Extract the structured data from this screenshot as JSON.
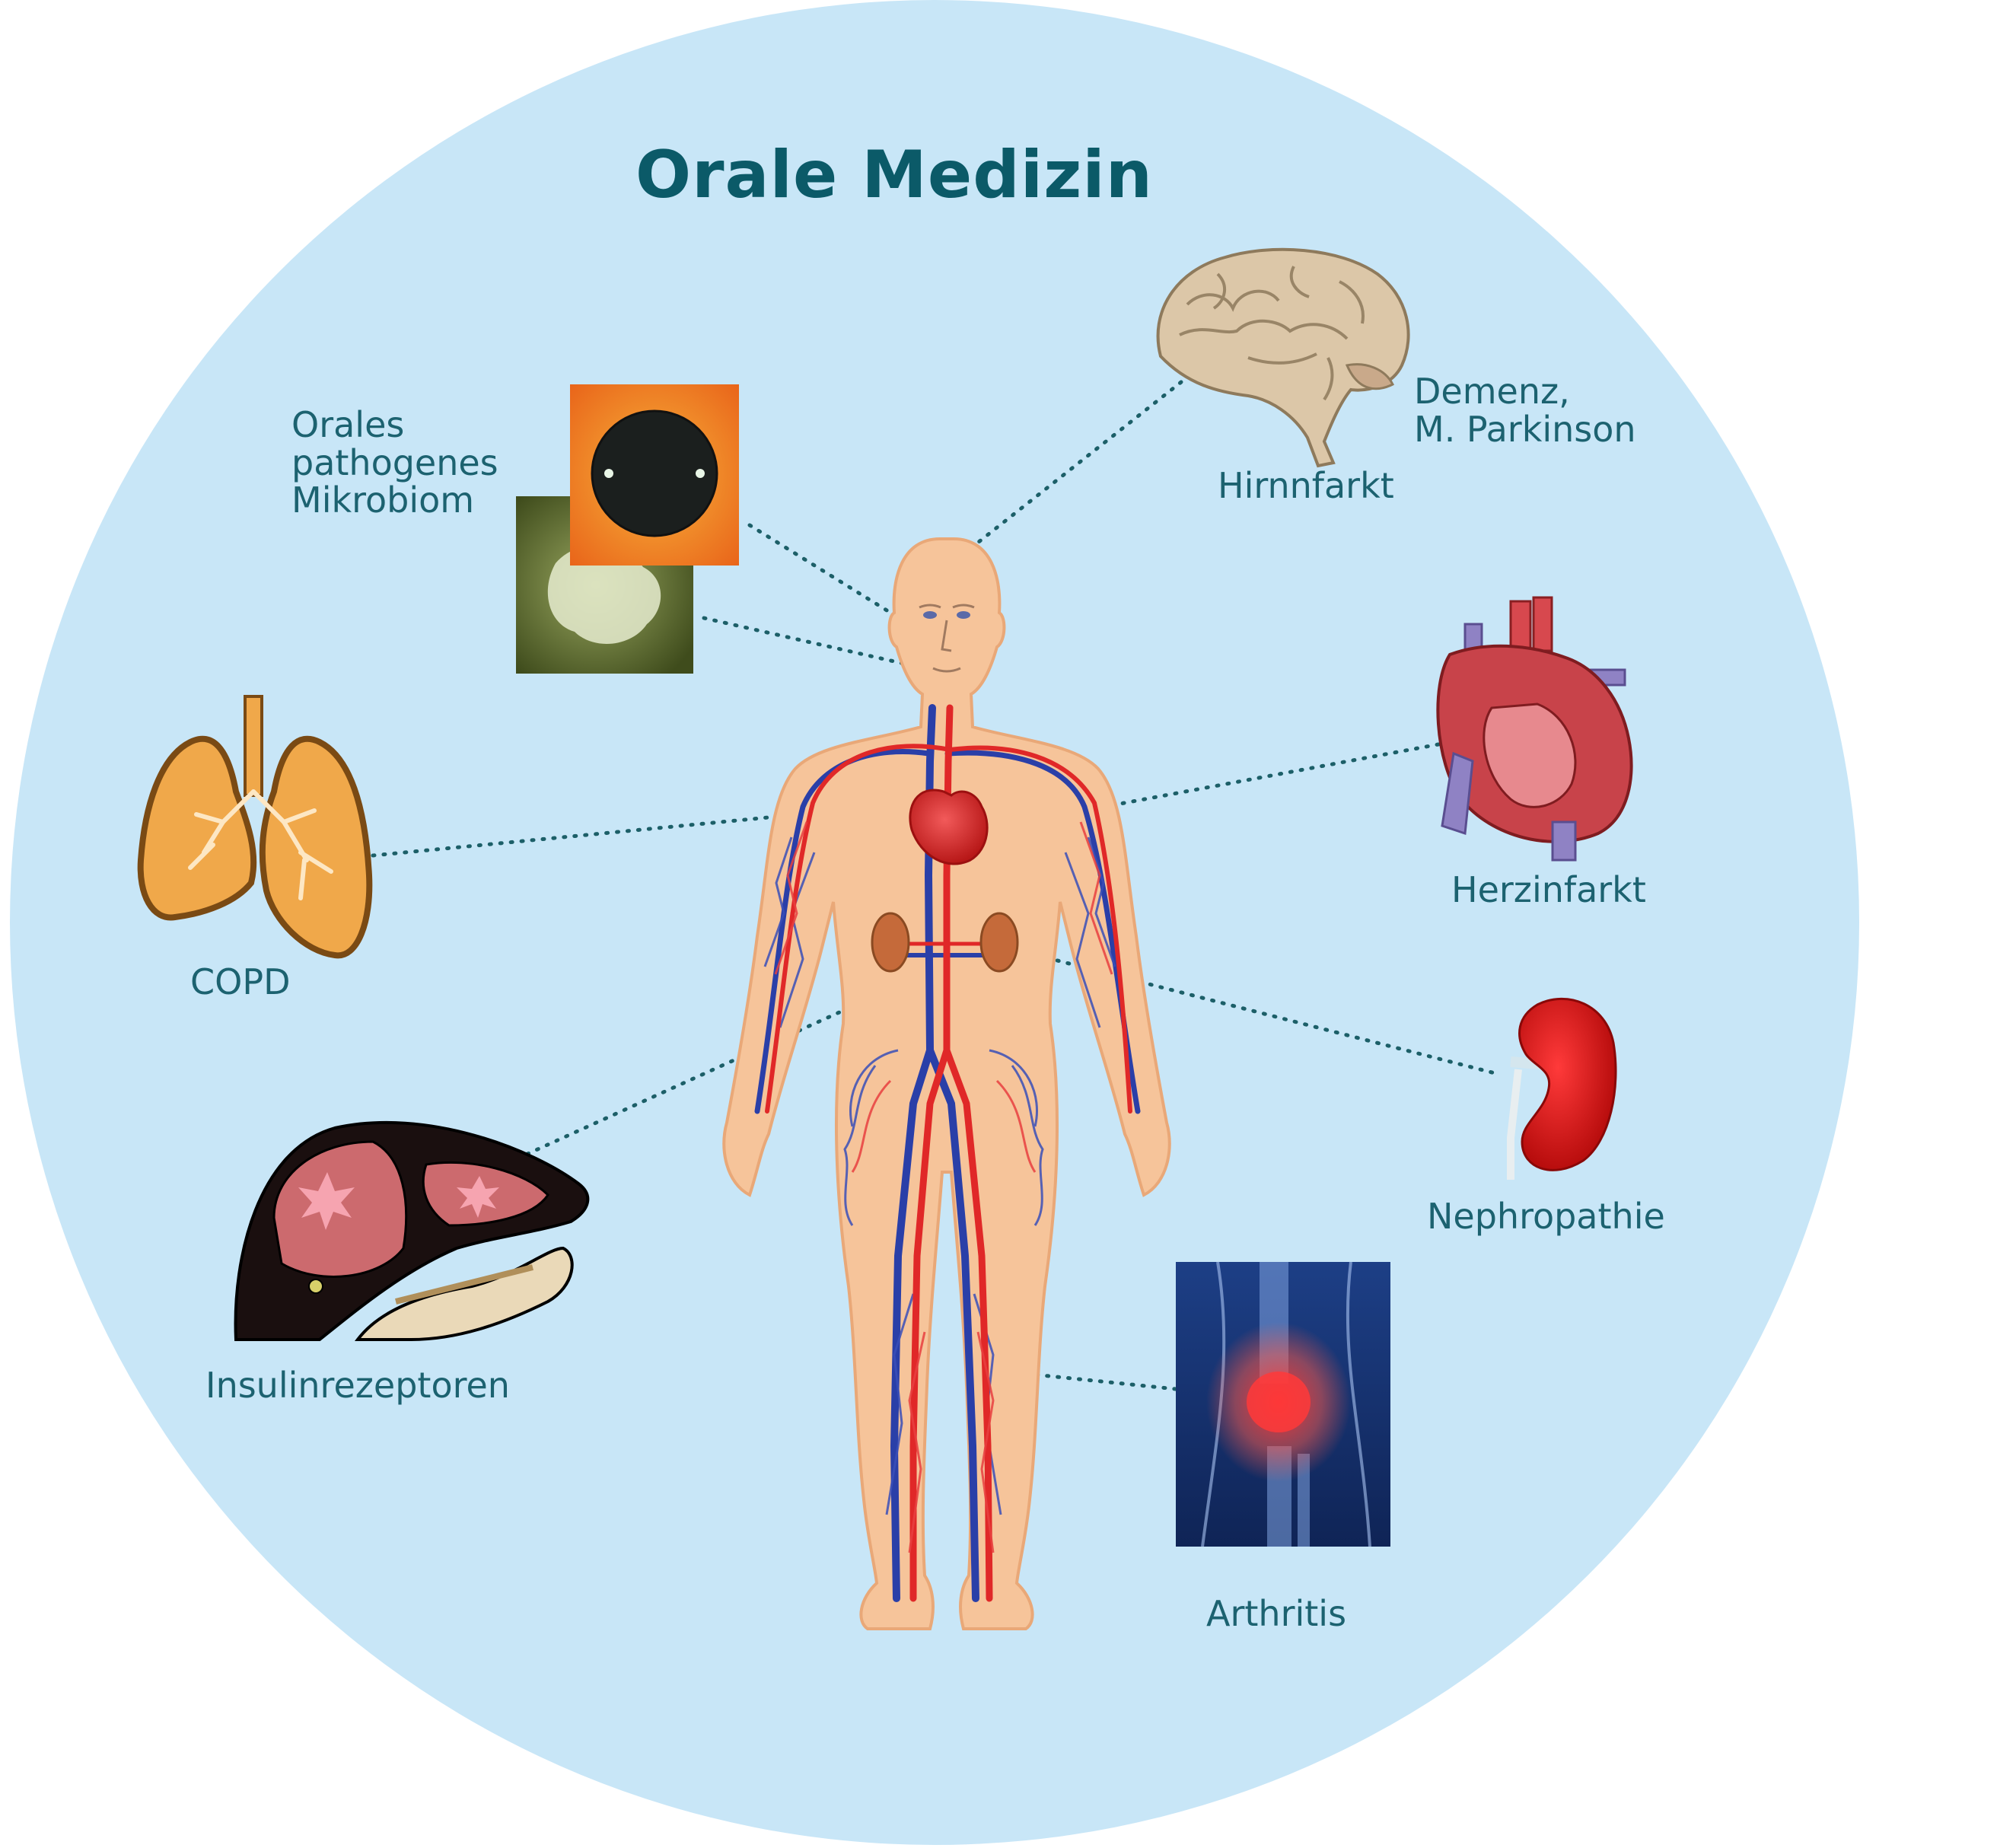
{
  "title": "Orale Medizin",
  "colors": {
    "background_circle": "#c8e6f7",
    "title": "#0b5a68",
    "label_text": "#1c6270",
    "connector": "#1c5f68",
    "artery": "#e02828",
    "vein": "#2a3fa8",
    "skin": "#f6c49a"
  },
  "labels": {
    "microbiome": "Orales\npathogenes\nMikrobiom",
    "dementia": "Demenz,\nM. Parkinson",
    "stroke": "Hirnnfarkt",
    "copd": "COPD",
    "heart_attack": "Herzinfarkt",
    "nephropathy": "Nephropathie",
    "insulin": "Insulinrezeptoren",
    "arthritis": "Arthritis"
  },
  "icons": {
    "body": "human-circulatory-body-icon",
    "brain": "brain-icon",
    "heart": "anatomical-heart-icon",
    "lungs": "lungs-icon",
    "liver": "liver-pancreas-icon",
    "kidney": "kidney-icon",
    "knee": "knee-xray-icon",
    "bacteria_dark": "petri-dish-colony-icon",
    "bacteria_orange": "bacteria-micrograph-icon"
  }
}
